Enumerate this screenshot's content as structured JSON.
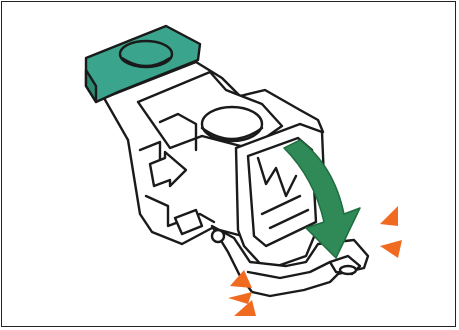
{
  "figure": {
    "colors": {
      "outline": "#1a1a1a",
      "fill": "#ffffff",
      "handle": "#3aa58c",
      "handle_dark": "#2d8a73",
      "arrow": "#2f8a57",
      "indicator": "#f06a1f"
    },
    "icons": [
      "staple-cartridge-drawing",
      "push-down-arrow",
      "click-indicator-marks"
    ]
  }
}
